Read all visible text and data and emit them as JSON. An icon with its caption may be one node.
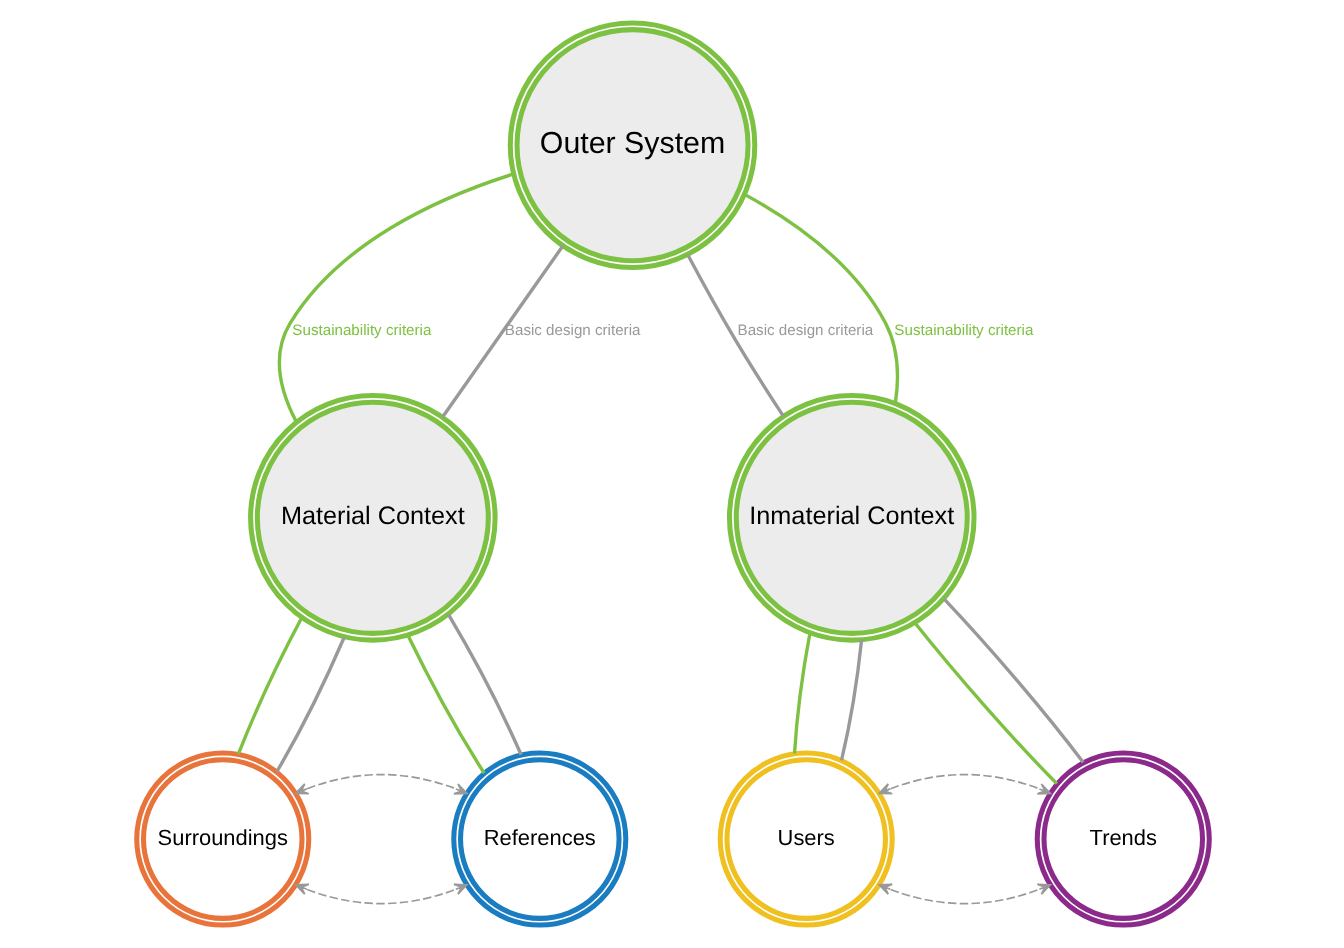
{
  "diagram": {
    "nodes": [
      {
        "text": [
          "Outer System"
        ]
      },
      {
        "text": [
          "Material Context"
        ]
      },
      {
        "text": [
          "Inmaterial Context"
        ]
      },
      {
        "text": [
          "Surroundings"
        ]
      },
      {
        "text": [
          "References"
        ]
      },
      {
        "text": [
          "Users"
        ]
      },
      {
        "text": [
          "Trends"
        ]
      }
    ],
    "edges": [
      {
        "from": 0,
        "to": 1,
        "arrow": "none",
        "label": "Sustainability criteria",
        "color": "#7dc142"
      },
      {
        "from": 0,
        "to": 1,
        "arrow": "none",
        "label": "Basic design criteria"
      },
      {
        "from": 0,
        "to": 2,
        "arrow": "none",
        "label": "Basic design criteria"
      },
      {
        "from": 0,
        "to": 2,
        "arrow": "none",
        "label": "Sustainability criteria",
        "color": "#7dc142"
      },
      {
        "from": 1,
        "to": 3,
        "arrow": "none",
        "color": "#7dc142"
      },
      {
        "from": 1,
        "to": 3,
        "arrow": "none"
      },
      {
        "from": 1,
        "to": 4,
        "arrow": "none",
        "color": "#7dc142"
      },
      {
        "from": 1,
        "to": 4,
        "arrow": "none"
      },
      {
        "from": 2,
        "to": 5,
        "arrow": "none",
        "color": "#7dc142"
      },
      {
        "from": 2,
        "to": 5,
        "arrow": "none"
      },
      {
        "from": 2,
        "to": 6,
        "arrow": "none",
        "color": "#7dc142"
      },
      {
        "from": 2,
        "to": 6,
        "arrow": "none"
      },
      {
        "from": 3,
        "to": 4,
        "arrow": "both",
        "style": "dashed"
      },
      {
        "from": 3,
        "to": 4,
        "arrow": "both",
        "style": "dashed"
      },
      {
        "from": 5,
        "to": 6,
        "arrow": "both",
        "style": "dashed"
      },
      {
        "from": 5,
        "to": 6,
        "arrow": "both",
        "style": "dashed"
      }
    ]
  }
}
